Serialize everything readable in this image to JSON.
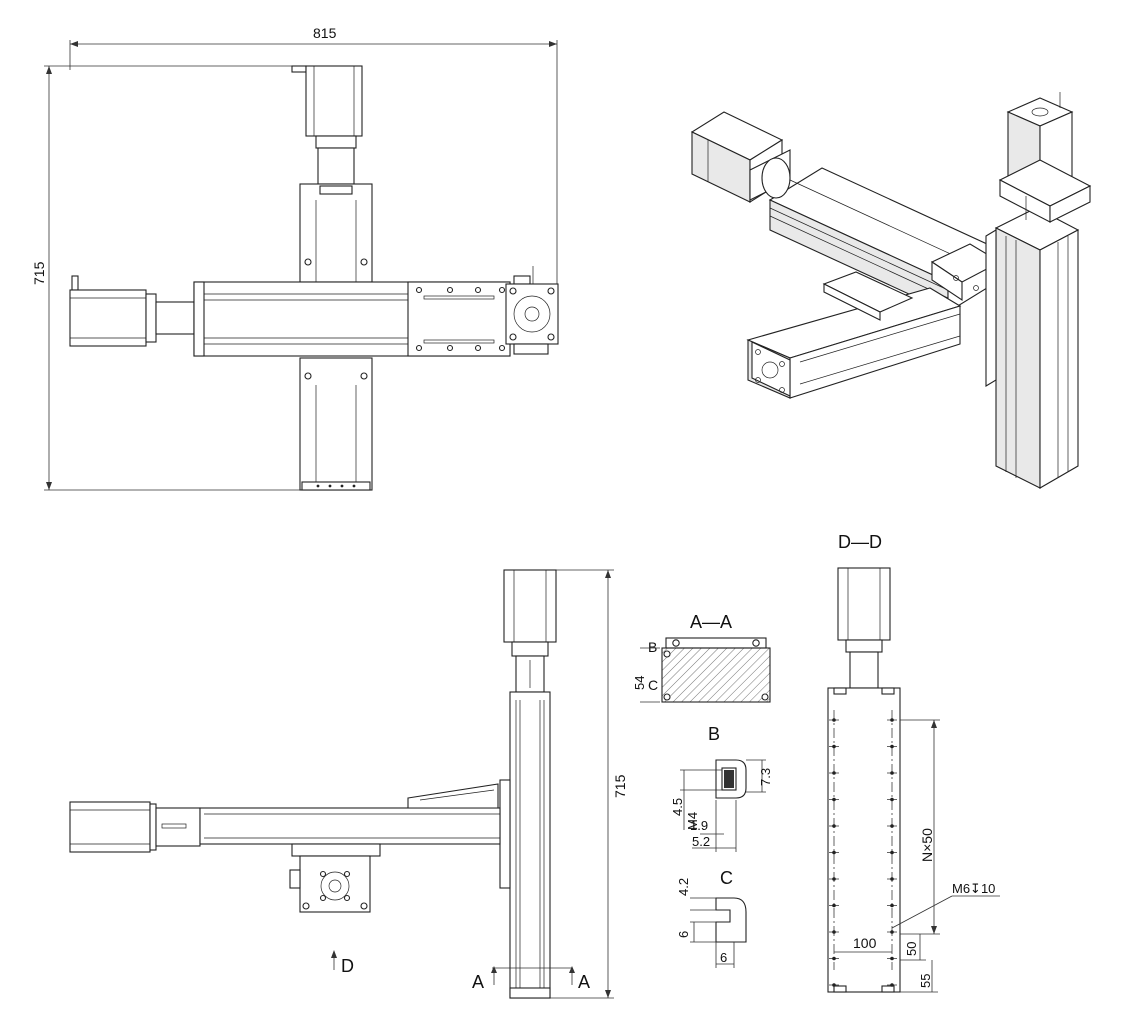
{
  "dimensions": {
    "overall_width": "815",
    "overall_height_plan": "715",
    "overall_height_side": "715",
    "section_a_height": "54",
    "b_4_5": "4.5",
    "b_m4": "M4",
    "b_1_9": "1.9",
    "b_5_2": "5.2",
    "b_7_3": "7.3",
    "c_4_2": "4.2",
    "c_6_v": "6",
    "c_6_h": "6",
    "dd_pitch": "N×50",
    "dd_hole": "M6↧10",
    "dd_100": "100",
    "dd_50": "50",
    "dd_55": "55"
  },
  "labels": {
    "section_aa": "A—A",
    "section_b": "B",
    "section_c": "C",
    "section_dd": "D—D",
    "tag_b": "B",
    "tag_c": "C",
    "view_d": "D",
    "cut_a_left": "A",
    "cut_a_right": "A"
  },
  "colors": {
    "line": "#222222",
    "hatch": "#555555",
    "background": "#ffffff"
  }
}
